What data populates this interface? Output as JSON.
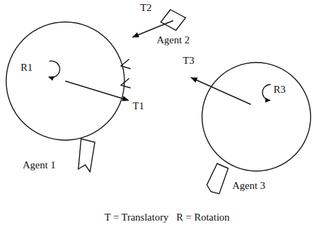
{
  "diagram": {
    "caption": "T = Translatory   R = Rotation",
    "nodes": [
      {
        "text": [
          "R1",
          "Agent 1"
        ]
      },
      {
        "text": [
          "Agent 2"
        ]
      },
      {
        "text": [
          "R3",
          "Agent 3"
        ]
      }
    ],
    "labels": [
      "T1",
      "T2",
      "T3"
    ]
  }
}
